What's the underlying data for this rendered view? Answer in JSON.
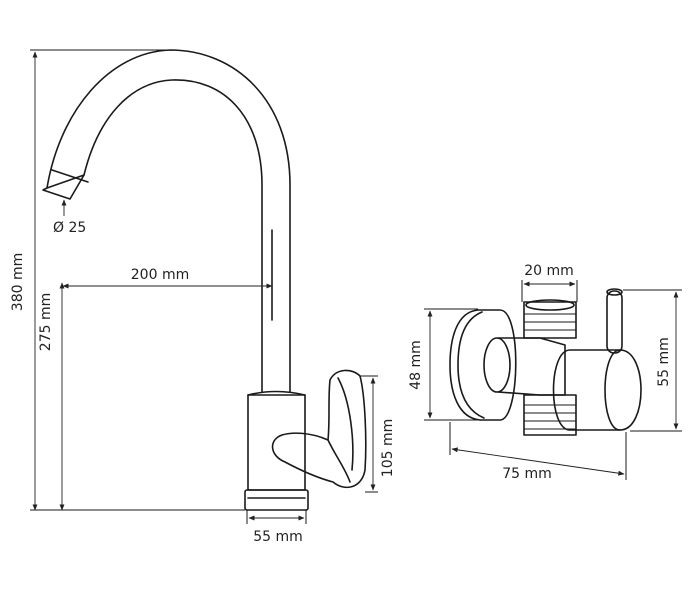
{
  "dimensions": {
    "total_height": "380 mm",
    "spout_height": "275 mm",
    "spout_reach": "200 mm",
    "outlet_diameter": "Ø 25",
    "body_height": "105 mm",
    "base_width": "55 mm",
    "valve_top_inlet": "20 mm",
    "valve_flange_height": "48 mm",
    "valve_body_height": "55 mm",
    "valve_length": "75 mm"
  }
}
